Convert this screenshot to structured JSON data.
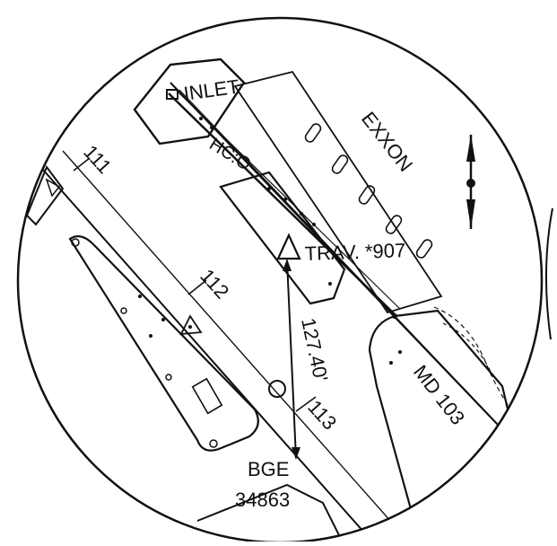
{
  "labels": {
    "inlet": "INLET",
    "exxon": "EXXON",
    "pipe_id": "HC:O",
    "traverse": "TRAV. *907",
    "distance": "127.40'",
    "route_111": "111",
    "route_112": "112",
    "route_113": "113",
    "md_route": "MD 103",
    "bge_label": "BGE",
    "bge_number": "34863"
  },
  "icons": {
    "north_arrow": "north-arrow-icon",
    "traverse_point": "triangle-survey-icon",
    "monument": "triangle-monument-icon",
    "manhole": "circle-manhole-icon"
  },
  "colors": {
    "ink": "#111111",
    "paper": "#ffffff"
  }
}
